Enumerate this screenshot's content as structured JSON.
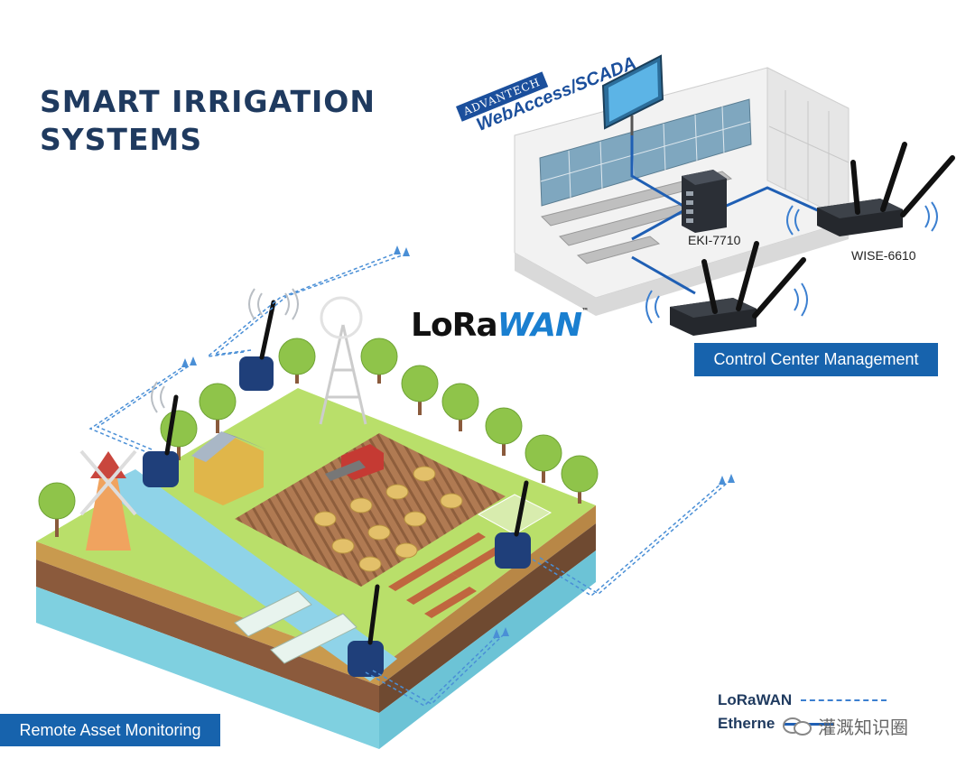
{
  "title": {
    "line1": "SMART IRRIGATION",
    "line2": "SYSTEMS"
  },
  "labels": {
    "control_center": "Control Center Management",
    "remote_asset": "Remote Asset Monitoring"
  },
  "devices": {
    "switch": "EKI-7710",
    "gateway": "WISE-6610"
  },
  "logo": {
    "lora": "LoRa",
    "wan": "WAN",
    "tm": "™"
  },
  "software": {
    "brand": "ADVANTECH",
    "product": "WebAccess/SCADA"
  },
  "legend": {
    "lorawan": "LoRaWAN",
    "ethernet": "Etherne"
  },
  "watermark": {
    "text": "灌溉知识圈"
  },
  "colors": {
    "title": "#1f3a5f",
    "label_bg": "#1763ad",
    "ethernet_line": "#1f5fb4",
    "lorawan_line": "#3b7fd0",
    "grass": "#a8d25a",
    "soil": "#8b5a3c",
    "water": "#8fd3e8"
  }
}
